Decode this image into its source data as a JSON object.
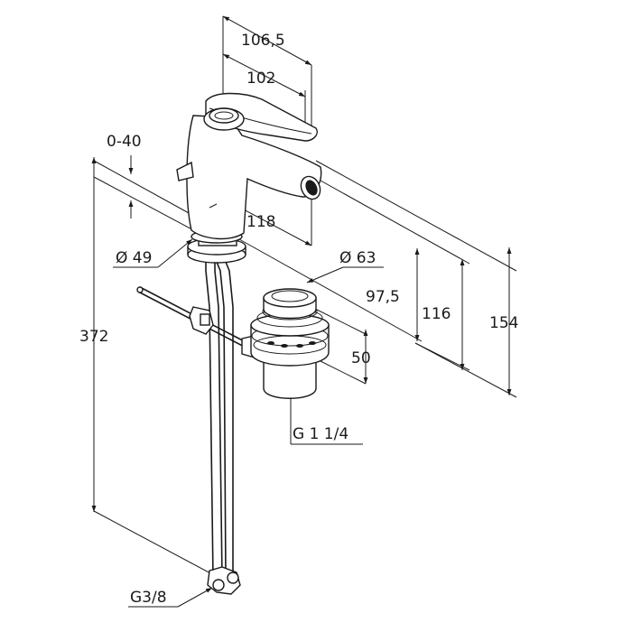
{
  "dimensions": {
    "width_top": "106,5",
    "width_spout": "102",
    "lever_range": "0-40",
    "reach": "118",
    "base_diameter": "Ø 49",
    "waste_diameter": "Ø 63",
    "height_97": "97,5",
    "height_116": "116",
    "height_154": "154",
    "total_height": "372",
    "waste_height": "50",
    "waste_thread": "G 1 1/4",
    "hose_thread": "G3/8"
  },
  "colors": {
    "line": "#1a1a1a",
    "background": "#ffffff"
  }
}
